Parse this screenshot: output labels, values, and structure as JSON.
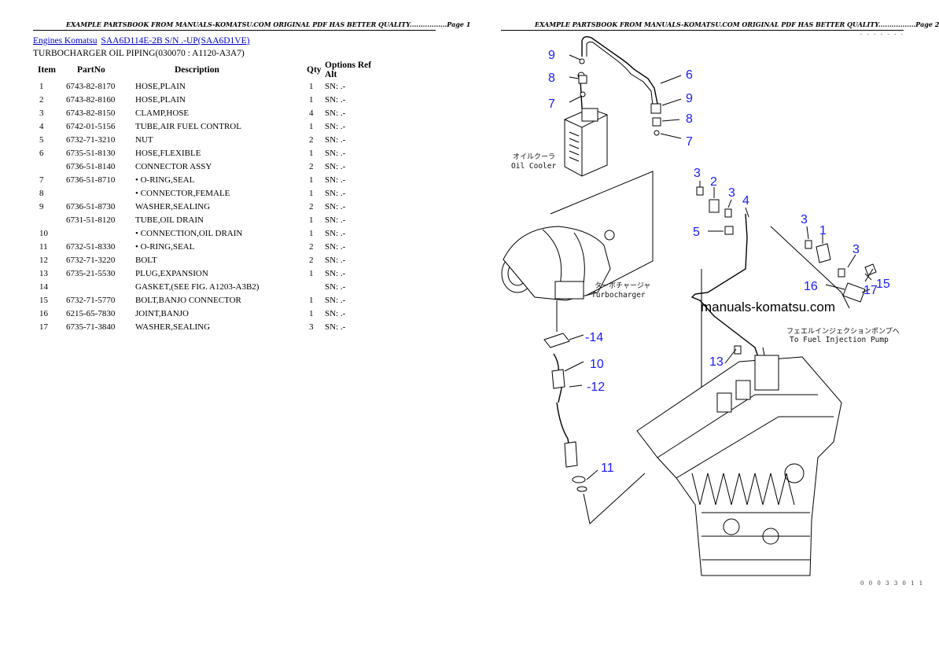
{
  "header": {
    "left": "EXAMPLE PARTSBOOK FROM MANUALS-KOMATSU.COM ORIGINAL PDF HAS BETTER QUALITY.................Page 1",
    "right": "EXAMPLE PARTSBOOK FROM MANUALS-KOMATSU.COM ORIGINAL PDF HAS BETTER QUALITY.................Page 2"
  },
  "breadcrumb": {
    "link1": "Engines Komatsu",
    "link2": "SAA6D114E-2B S/N .-UP(SAA6D1VE)"
  },
  "section_title": "TURBOCHARGER OIL PIPING(030070 : A1120-A3A7)",
  "table": {
    "headers": {
      "item": "Item",
      "partno": "PartNo",
      "description": "Description",
      "qty": "Qty",
      "options": "Options",
      "ref": "Ref",
      "alt": "Alt"
    },
    "rows": [
      {
        "item": "1",
        "partno": "6743-82-8170",
        "description": "HOSE,PLAIN",
        "qty": "1",
        "options": "SN: .-"
      },
      {
        "item": "2",
        "partno": "6743-82-8160",
        "description": "HOSE,PLAIN",
        "qty": "1",
        "options": "SN: .-"
      },
      {
        "item": "3",
        "partno": "6743-82-8150",
        "description": "CLAMP,HOSE",
        "qty": "4",
        "options": "SN: .-"
      },
      {
        "item": "4",
        "partno": "6742-01-5156",
        "description": "TUBE,AIR FUEL CONTROL",
        "qty": "1",
        "options": "SN: .-"
      },
      {
        "item": "5",
        "partno": "6732-71-3210",
        "description": "NUT",
        "qty": "2",
        "options": "SN: .-"
      },
      {
        "item": "6",
        "partno": "6735-51-8130",
        "description": "HOSE,FLEXIBLE",
        "qty": "1",
        "options": "SN: .-"
      },
      {
        "item": "",
        "partno": "6736-51-8140",
        "description": "CONNECTOR ASSY",
        "qty": "2",
        "options": "SN: .-"
      },
      {
        "item": "7",
        "partno": "6736-51-8710",
        "description": "• O-RING,SEAL",
        "qty": "1",
        "options": "SN: .-"
      },
      {
        "item": "8",
        "partno": "",
        "description": "• CONNECTOR,FEMALE",
        "qty": "1",
        "options": "SN: .-"
      },
      {
        "item": "9",
        "partno": "6736-51-8730",
        "description": "WASHER,SEALING",
        "qty": "2",
        "options": "SN: .-"
      },
      {
        "item": "",
        "partno": "6731-51-8120",
        "description": "TUBE,OIL DRAIN",
        "qty": "1",
        "options": "SN: .-"
      },
      {
        "item": "10",
        "partno": "",
        "description": "• CONNECTION,OIL DRAIN",
        "qty": "1",
        "options": "SN: .-"
      },
      {
        "item": "11",
        "partno": "6732-51-8330",
        "description": "• O-RING,SEAL",
        "qty": "2",
        "options": "SN: .-"
      },
      {
        "item": "12",
        "partno": "6732-71-3220",
        "description": "BOLT",
        "qty": "2",
        "options": "SN: .-"
      },
      {
        "item": "13",
        "partno": "6735-21-5530",
        "description": "PLUG,EXPANSION",
        "qty": "1",
        "options": "SN: .-"
      },
      {
        "item": "14",
        "partno": "",
        "description": "GASKET,(SEE FIG. A1203-A3B2)",
        "qty": "",
        "options": "SN: .-"
      },
      {
        "item": "15",
        "partno": "6732-71-5770",
        "description": "BOLT,BANJO CONNECTOR",
        "qty": "1",
        "options": "SN: .-"
      },
      {
        "item": "16",
        "partno": "6215-65-7830",
        "description": "JOINT,BANJO",
        "qty": "1",
        "options": "SN: .-"
      },
      {
        "item": "17",
        "partno": "6735-71-3840",
        "description": "WASHER,SEALING",
        "qty": "3",
        "options": "SN: .-"
      }
    ]
  },
  "diagram": {
    "callouts": [
      "9",
      "8",
      "7",
      "6",
      "9",
      "8",
      "7",
      "3",
      "2",
      "3",
      "4",
      "5",
      "3",
      "1",
      "3",
      "16",
      "15",
      "17",
      "-14",
      "10",
      "-12",
      "13",
      "11"
    ],
    "labels": {
      "oil_cooler_jp": "オイルクーラ",
      "oil_cooler_en": "Oil Cooler",
      "turbo_jp": "ターボチャージャ",
      "turbo_en": "Turbocharger",
      "pump_jp": "フェエルインジェクションポンプへ",
      "pump_en": "To Fuel Injection Pump",
      "watermark": "manuals-komatsu.com"
    },
    "top_code": "- - - - - - -",
    "bottom_code": "0 0 0 3 3 0 1 1"
  }
}
